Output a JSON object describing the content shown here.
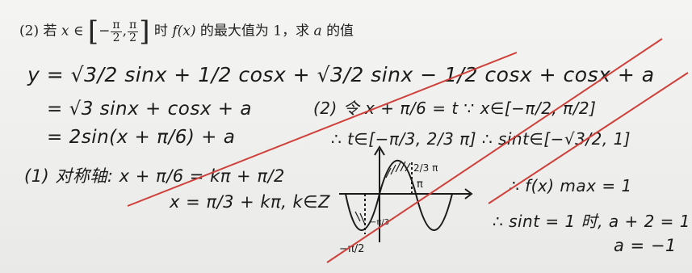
{
  "question": {
    "part": "(2)",
    "pre": "若",
    "var_x": "x",
    "in_symbol": "∈",
    "bracket_open": "[",
    "neg": "−",
    "frac1_num": "π",
    "frac1_den": "2",
    "comma": ",",
    "frac2_num": "π",
    "frac2_den": "2",
    "bracket_close": "]",
    "time": "时",
    "fx": "f(x)",
    "post": "的最大值为 1，求",
    "var_a": "a",
    "end": "的值"
  },
  "work": {
    "line1": "y = √3/2 sinx + 1/2 cosx + √3/2 sinx − 1/2 cosx + cosx + a",
    "line2": "= √3 sinx + cosx + a",
    "line3": "= 2sin(x + π/6) + a",
    "line4": "(1) 对称轴: x + π/6 = kπ + π/2",
    "line5": "x = π/3 + kπ, k∈Z",
    "line6": "(2) 令 x + π/6 = t  ∵ x∈[−π/2, π/2]",
    "line7": "∴ t∈[−π/3, 2/3 π]  ∴ sint∈[−√3/2, 1]",
    "line8": "∴ f(x) max = 1",
    "line9": "∴ sint = 1 时, a + 2 = 1",
    "line10": "a = −1"
  },
  "graph_labels": {
    "top_label": "2/3 π",
    "pi_label": "π",
    "neg_label": "−π/2",
    "neg_label2": "−π/3"
  },
  "colors": {
    "ink": "#1b1b1b",
    "strike": "#d0403a",
    "paper": "#f1f1ef"
  }
}
